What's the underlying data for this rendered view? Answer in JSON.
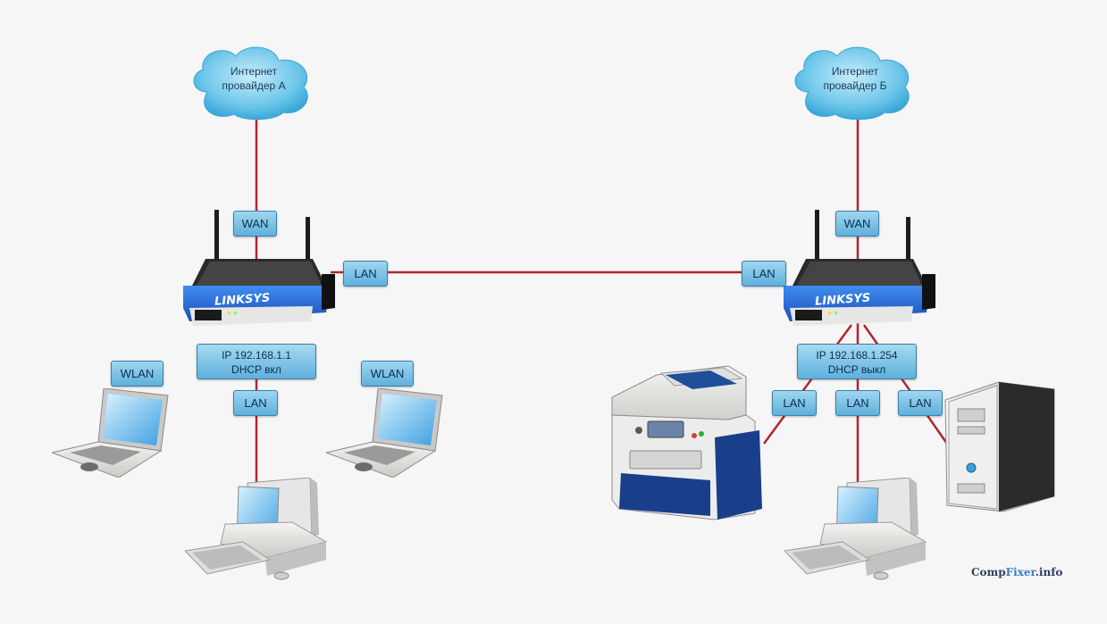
{
  "isp_a": {
    "line1": "Интернет",
    "line2": "провайдер А"
  },
  "isp_b": {
    "line1": "Интернет",
    "line2": "провайдер Б"
  },
  "router_a": {
    "brand": "LINKSYS",
    "wan_label": "WAN",
    "lan_uplink_label": "LAN",
    "ip": "IP 192.168.1.1",
    "dhcp": "DHCP вкл",
    "lan_pc_label": "LAN",
    "wlan_left_label": "WLAN",
    "wlan_right_label": "WLAN"
  },
  "router_b": {
    "brand": "LINKSYS",
    "wan_label": "WAN",
    "lan_uplink_label": "LAN",
    "ip": "IP 192.168.1.254",
    "dhcp": "DHCP выкл",
    "lan_printer_label": "LAN",
    "lan_pc_label": "LAN",
    "lan_server_label": "LAN"
  },
  "watermark": {
    "part1": "Comp",
    "part2": "Fixer",
    "part3": ".info"
  },
  "colors": {
    "link": "#b0262d",
    "tag_fill": "#7cc3e6",
    "cloud": "#5bc0e6"
  }
}
